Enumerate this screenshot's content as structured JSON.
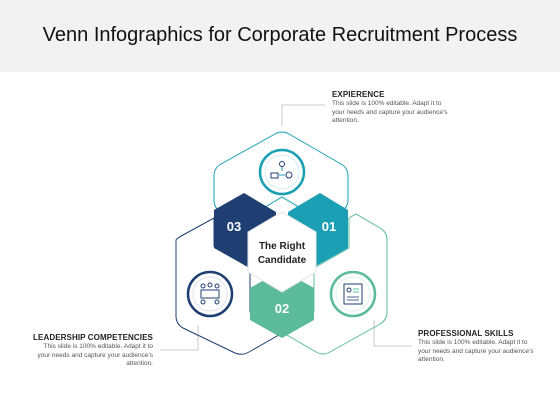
{
  "title": "Venn Infographics for Corporate Recruitment Process",
  "center_label_line1": "The Right",
  "center_label_line2": "Candidate",
  "segments": [
    {
      "number": "01",
      "color": "#1a9fb5"
    },
    {
      "number": "02",
      "color": "#5bbb9b"
    },
    {
      "number": "03",
      "color": "#1f3f73"
    }
  ],
  "callouts": {
    "top": {
      "heading": "EXPIERENCE",
      "text": "This slide is 100% editable. Adapt it to your needs and capture your audience’s attention.",
      "icon": "workflow-icon",
      "color": "#1a9fb5"
    },
    "left": {
      "heading": "LEADERSHIP COMPETENCIES",
      "text": "This slide is 100% editable. Adapt it to your needs and capture your audience’s attention.",
      "icon": "team-meeting-icon",
      "color": "#1f3f73"
    },
    "right": {
      "heading": "PROFESSIONAL SKILLS",
      "text": "This slide is 100% editable. Adapt it to your needs and capture your audience’s attention.",
      "icon": "candidate-profile-icon",
      "color": "#5bbb9b"
    }
  }
}
